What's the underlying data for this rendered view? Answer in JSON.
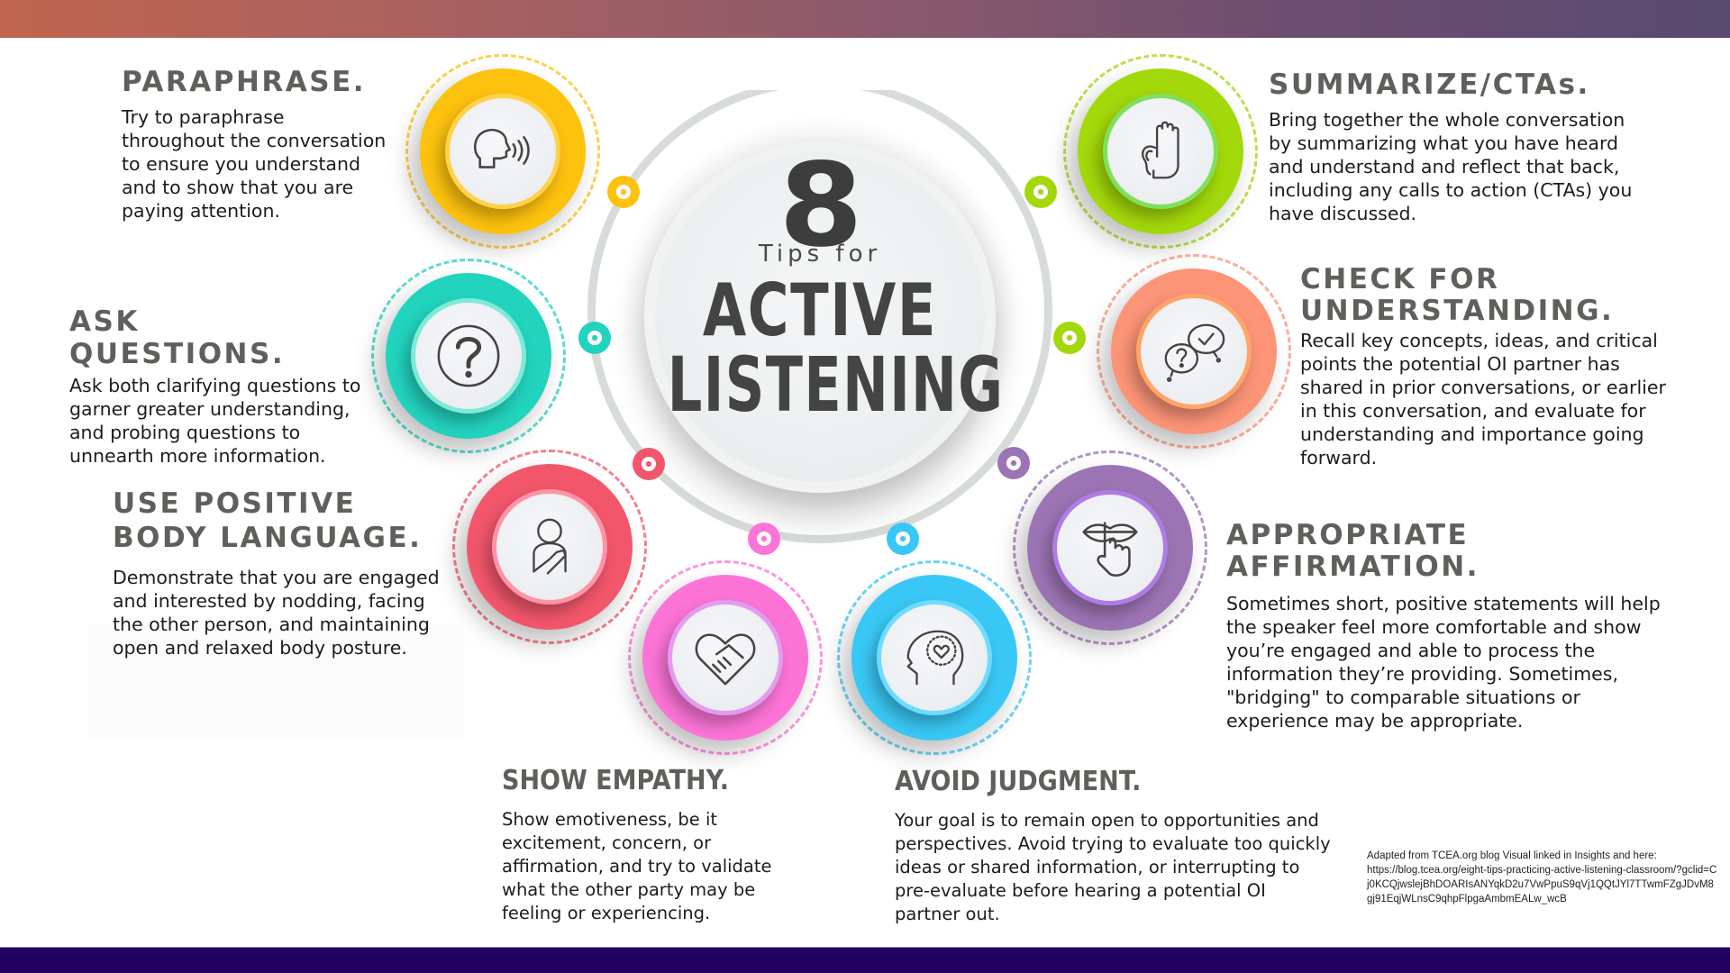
{
  "hub": {
    "number": "8",
    "subtitle": "Tips for",
    "title_line1": "ACTIVE",
    "title_line2": "LISTENING"
  },
  "colors": {
    "header_gradient_start": "#C0654F",
    "header_gradient_end": "#584A70",
    "footer": "#22005F",
    "title_text": "#5f5f5b",
    "paraphrase": "#FDC20E",
    "ask_questions": "#22D3BE",
    "body_language": "#F2566B",
    "empathy": "#FB74D6",
    "avoid_judgment": "#39C8F5",
    "affirmation": "#9C74B4",
    "check_understanding": "#FC9477",
    "summarize": "#A3D80A"
  },
  "tips": [
    {
      "id": "paraphrase",
      "title": "PARAPHRASE.",
      "body": "Try to paraphrase throughout the conversation to ensure you understand and to show that you are paying attention.",
      "icon": "speaking-head-icon"
    },
    {
      "id": "ask_questions",
      "title": "ASK QUESTIONS.",
      "body": "Ask both clarifying questions to garner greater understanding, and probing questions to unnearth more information.",
      "icon": "question-mark-icon"
    },
    {
      "id": "body_language",
      "title_line1": "USE POSITIVE",
      "title_line2": "BODY LANGUAGE.",
      "body": "Demonstrate that you are engaged and interested by nodding, facing the other person, and maintaining open and relaxed body posture.",
      "icon": "hand-on-heart-person-icon"
    },
    {
      "id": "empathy",
      "title": "SHOW EMPATHY.",
      "body": "Show emotiveness, be it excitement, concern, or affirmation, and try to validate what the other party may be feeling or experiencing.",
      "icon": "heart-handshake-icon"
    },
    {
      "id": "avoid_judgment",
      "title": "AVOID JUDGMENT.",
      "body": "Your goal is to remain open to opportunities and perspectives. Avoid trying to evaluate too quickly ideas or shared information, or interrupting to pre-evaluate before hearing a potential OI partner out.",
      "icon": "head-with-heart-icon"
    },
    {
      "id": "affirmation",
      "title_line1": "APPROPRIATE",
      "title_line2": "AFFIRMATION.",
      "body": "Sometimes short, positive statements will help the speaker feel more comfortable and show you’re engaged and able to process the information they’re providing. Sometimes, \"bridging\" to comparable situations or experience may be appropriate.",
      "icon": "finger-on-lips-icon"
    },
    {
      "id": "check_understanding",
      "title_line1": "CHECK FOR",
      "title_line2": "UNDERSTANDING.",
      "body": "Recall key concepts, ideas, and critical points the potential OI partner has shared in prior conversations, or earlier in this conversation, and evaluate for understanding and importance going forward.",
      "icon": "speech-bubbles-question-check-icon"
    },
    {
      "id": "summarize",
      "title": "SUMMARIZE/CTAs.",
      "body": "Bring together the whole conversation by summarizing what you have heard and understand and reflect that back, including any calls to action (CTAs) you have discussed.",
      "icon": "ear-hand-icon"
    }
  ],
  "attribution": {
    "line1": "Adapted from TCEA.org blog Visual linked in Insights and here:",
    "url": "https://blog.tcea.org/eight-tips-practicing-active-listening-classroom/?gclid=Cj0KCQjwslejBhDOARIsANYqkD2u7VwPpuS9qVj1QQtJYl7TTwmFZgJDvM8gj91EqjWLnsC9qhpFlpgaAmbmEALw_wcB"
  }
}
